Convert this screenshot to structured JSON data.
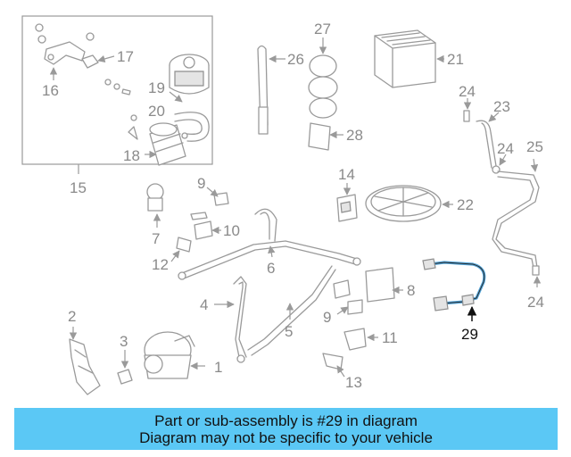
{
  "diagram": {
    "callouts": [
      "1",
      "2",
      "3",
      "4",
      "5",
      "6",
      "7",
      "8",
      "9",
      "9",
      "10",
      "11",
      "12",
      "13",
      "14",
      "15",
      "16",
      "17",
      "18",
      "19",
      "20",
      "21",
      "22",
      "23",
      "24",
      "24",
      "24",
      "25",
      "26",
      "27",
      "28"
    ],
    "highlighted_callout": "29",
    "highlight_color": "#4fa3d9"
  },
  "banner": {
    "line1": "Part or sub-assembly is #29 in diagram",
    "line2": "Diagram may not be specific to your vehicle",
    "background": "#5bc8f5"
  }
}
